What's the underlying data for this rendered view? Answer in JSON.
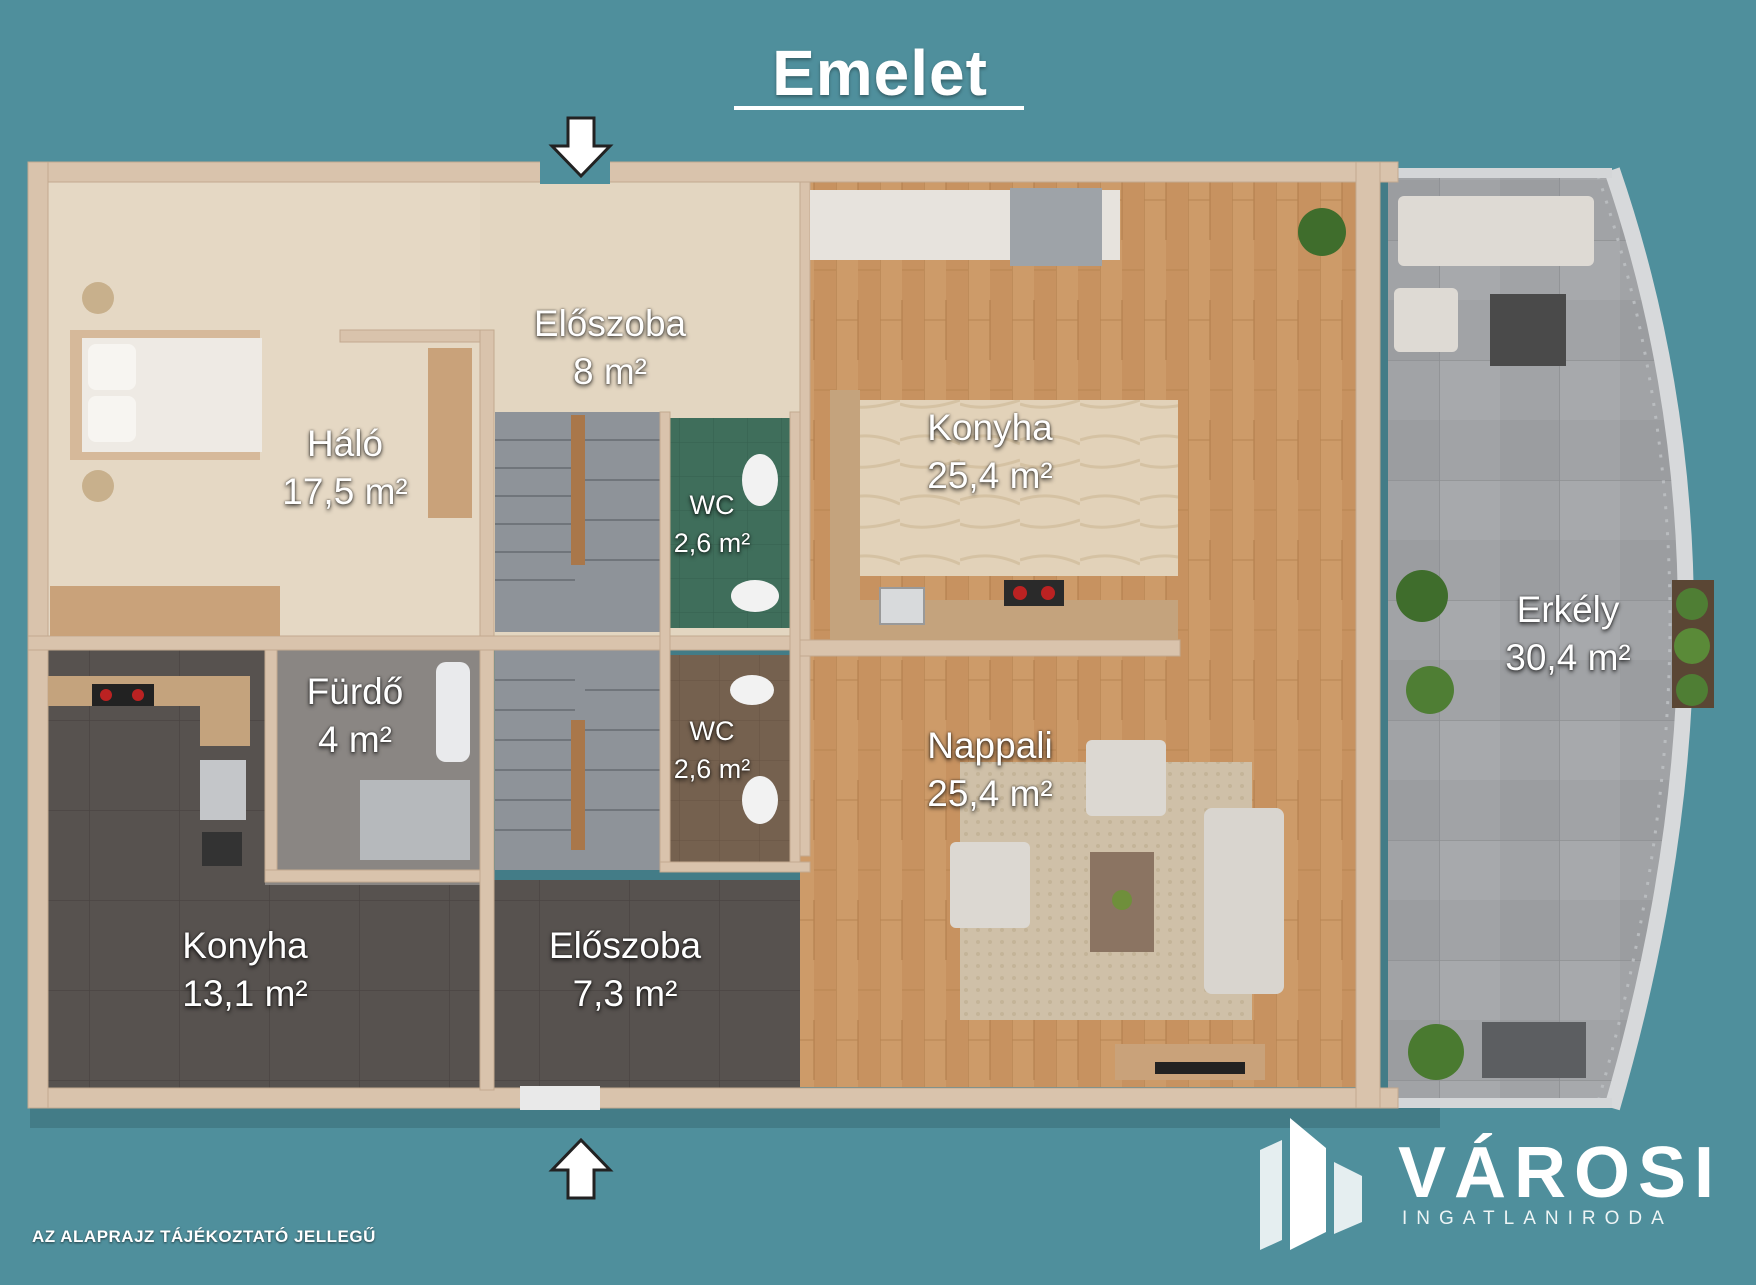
{
  "title": "Emelet",
  "rooms": {
    "halo": {
      "name": "Háló",
      "area": "17,5 m²"
    },
    "eloszoba_top": {
      "name": "Előszoba",
      "area": "8 m²"
    },
    "konyha_big": {
      "name": "Konyha",
      "area": "25,4 m²"
    },
    "wc_top": {
      "name": "WC",
      "area": "2,6 m²"
    },
    "erkely": {
      "name": "Erkély",
      "area": "30,4 m²"
    },
    "furdo": {
      "name": "Fürdő",
      "area": "4 m²"
    },
    "wc_bottom": {
      "name": "WC",
      "area": "2,6 m²"
    },
    "nappali": {
      "name": "Nappali",
      "area": "25,4 m²"
    },
    "konyha_small": {
      "name": "Konyha",
      "area": "13,1 m²"
    },
    "eloszoba_bottom": {
      "name": "Előszoba",
      "area": "7,3 m²"
    }
  },
  "disclaimer": "AZ ALAPRAJZ TÁJÉKOZTATÓ JELLEGŰ",
  "logo": {
    "name": "VÁROSI",
    "subtitle": "INGATLANIRODA"
  },
  "colors": {
    "background": "#4f8f9c",
    "wall": "#d9c3ac",
    "wood_floor": "#c9955e",
    "tile_grey": "#9a9c9f",
    "dark_tile": "#56514e"
  }
}
